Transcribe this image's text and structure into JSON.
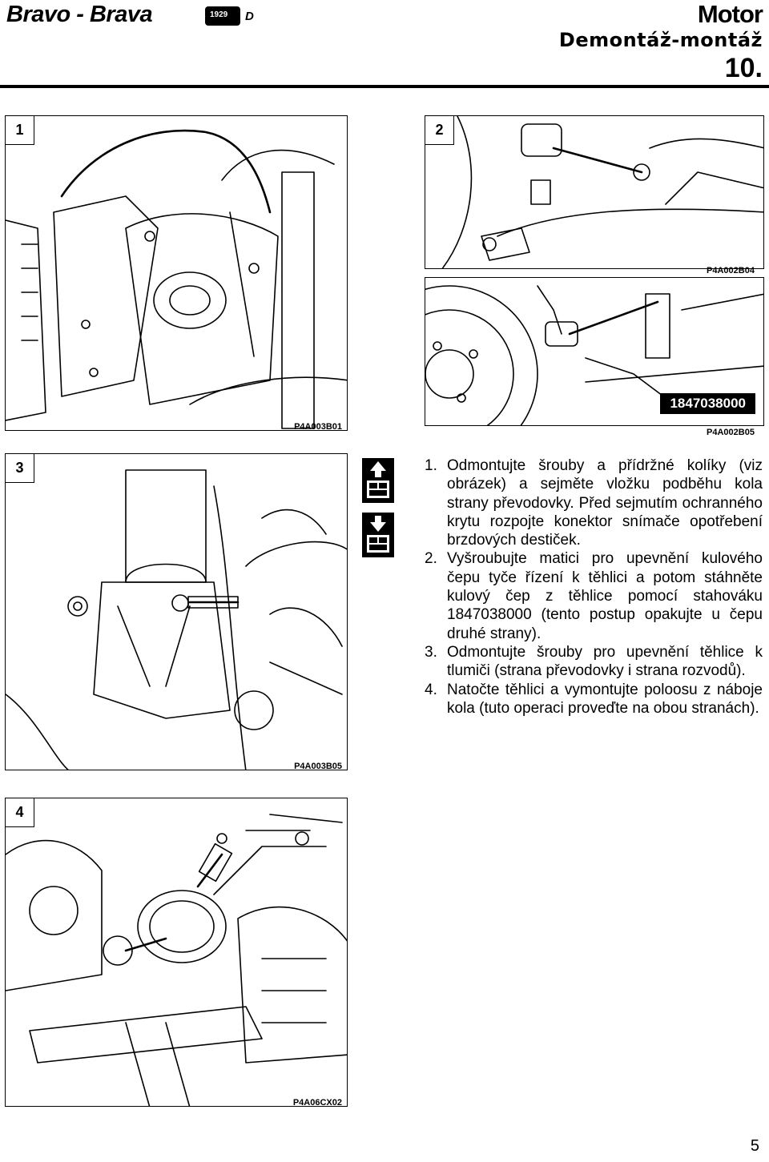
{
  "header": {
    "brand": "Bravo - Brava",
    "badge": "1929",
    "badge_suffix": "D",
    "section": "Motor",
    "subtitle": "Demontáž-montáž",
    "number": "10."
  },
  "figures": [
    {
      "num": "1",
      "caption": "P4A003B01"
    },
    {
      "num": "2",
      "caption": "P4A002B04"
    },
    {
      "caption": "P4A002B05",
      "tool_label": "1847038000"
    },
    {
      "num": "3",
      "caption": "P4A003B05"
    },
    {
      "num": "4",
      "caption": "P4A06CX02"
    }
  ],
  "icons": [
    "remove-arrow-up-icon",
    "install-arrow-down-icon"
  ],
  "instructions": [
    {
      "n": "1.",
      "text": "Odmontujte šrouby a přídržné kolíky (viz obrázek) a sejměte vložku podběhu kola strany převodovky. Před sejmutím ochranného krytu rozpojte konektor snímače opotřebení brzdových destiček."
    },
    {
      "n": "2.",
      "text": "Vyšroubujte matici pro upevnění kulového čepu tyče řízení k těhlici a potom stáhněte kulový čep z těhlice pomocí stahováku 1847038000 (tento postup opakujte u čepu druhé strany)."
    },
    {
      "n": "3.",
      "text": "Odmontujte šrouby pro upevnění těhlice k tlumiči (strana převodovky i strana rozvodů)."
    },
    {
      "n": "4.",
      "text": "Natočte těhlici a vymontujte poloosu z náboje kola (tuto operaci proveďte na obou stranách)."
    }
  ],
  "page_number": "5"
}
